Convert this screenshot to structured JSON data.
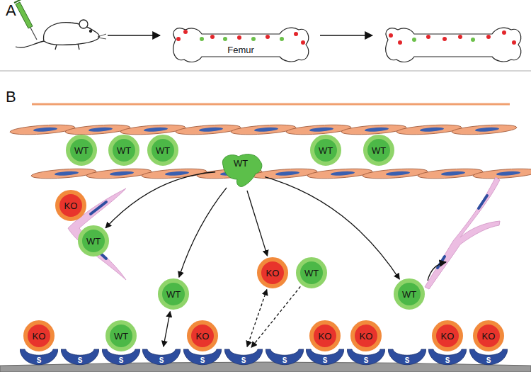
{
  "diagram": {
    "nodes": [
      {
        "text": [
          "WT"
        ]
      },
      {
        "text": [
          "WT"
        ]
      },
      {
        "text": [
          "WT"
        ]
      },
      {
        "text": [
          "WT"
        ]
      },
      {
        "text": [
          "WT"
        ]
      },
      {
        "text": [
          "WT"
        ]
      },
      {
        "text": [
          "KO"
        ]
      },
      {
        "text": [
          "WT"
        ]
      },
      {
        "text": [
          "WT"
        ]
      },
      {
        "text": [
          "KO"
        ]
      },
      {
        "text": [
          "WT"
        ]
      },
      {
        "text": [
          "WT"
        ]
      },
      {
        "text": [
          "KO"
        ]
      },
      {
        "text": [
          "WT"
        ]
      },
      {
        "text": [
          "KO"
        ]
      },
      {
        "text": [
          "KO"
        ]
      },
      {
        "text": [
          "KO"
        ]
      },
      {
        "text": [
          "KO"
        ]
      },
      {
        "text": [
          "KO"
        ]
      },
      {
        "text": [
          "S"
        ]
      },
      {
        "text": [
          "S"
        ]
      },
      {
        "text": [
          "S"
        ]
      },
      {
        "text": [
          "S"
        ]
      },
      {
        "text": [
          "S"
        ]
      },
      {
        "text": [
          "S"
        ]
      },
      {
        "text": [
          "S"
        ]
      },
      {
        "text": [
          "S"
        ]
      },
      {
        "text": [
          "S"
        ]
      },
      {
        "text": [
          "S"
        ]
      },
      {
        "text": [
          "S"
        ]
      },
      {
        "text": [
          "S"
        ]
      }
    ],
    "edges": [
      {
        "from": 5,
        "to": 7,
        "arrow": "to"
      },
      {
        "from": 5,
        "to": 8,
        "arrow": "to"
      },
      {
        "from": 5,
        "to": 9,
        "arrow": "to"
      },
      {
        "from": 5,
        "to": 11,
        "arrow": "to"
      },
      {
        "from": 8,
        "to": 22,
        "arrow": "both"
      },
      {
        "from": 9,
        "to": 24,
        "arrow": "both"
      },
      {
        "from": 10,
        "to": 24,
        "arrow": "to"
      }
    ],
    "labels": [
      "A",
      "B",
      "Femur"
    ]
  }
}
